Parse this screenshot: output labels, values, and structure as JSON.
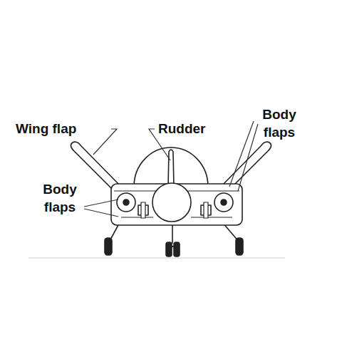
{
  "diagram": {
    "labels": [
      "Wing flap",
      "Rudder",
      "Body flaps",
      "Body flaps"
    ]
  }
}
